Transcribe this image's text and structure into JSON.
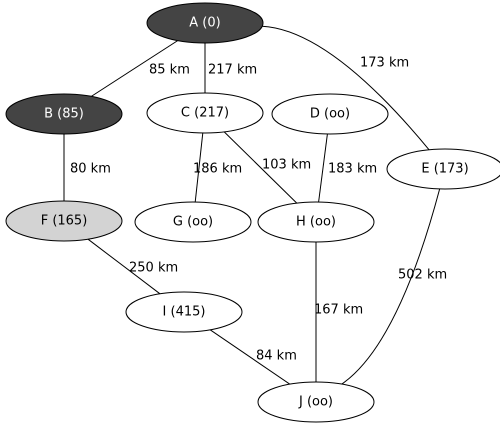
{
  "colors": {
    "visited": "#444444",
    "current": "#d3d3d3",
    "unvisited": "#ffffff",
    "edge": "#000000",
    "text_dark": "#000000",
    "text_light": "#ffffff"
  },
  "nodes": [
    {
      "id": "A",
      "label": "A (0)",
      "state": "visited"
    },
    {
      "id": "B",
      "label": "B (85)",
      "state": "visited"
    },
    {
      "id": "C",
      "label": "C (217)",
      "state": "unvisited"
    },
    {
      "id": "D",
      "label": "D (oo)",
      "state": "unvisited"
    },
    {
      "id": "E",
      "label": "E (173)",
      "state": "unvisited"
    },
    {
      "id": "F",
      "label": "F (165)",
      "state": "current"
    },
    {
      "id": "G",
      "label": "G (oo)",
      "state": "unvisited"
    },
    {
      "id": "H",
      "label": "H (oo)",
      "state": "unvisited"
    },
    {
      "id": "I",
      "label": "I (415)",
      "state": "unvisited"
    },
    {
      "id": "J",
      "label": "J (oo)",
      "state": "unvisited"
    }
  ],
  "edges": [
    {
      "from": "A",
      "to": "B",
      "label": "85 km"
    },
    {
      "from": "A",
      "to": "C",
      "label": "217 km"
    },
    {
      "from": "A",
      "to": "E",
      "label": "173 km"
    },
    {
      "from": "B",
      "to": "F",
      "label": "80 km"
    },
    {
      "from": "C",
      "to": "G",
      "label": "186 km"
    },
    {
      "from": "C",
      "to": "H",
      "label": "103 km"
    },
    {
      "from": "D",
      "to": "H",
      "label": "183 km"
    },
    {
      "from": "E",
      "to": "J",
      "label": "502 km"
    },
    {
      "from": "F",
      "to": "I",
      "label": "250 km"
    },
    {
      "from": "H",
      "to": "J",
      "label": "167 km"
    },
    {
      "from": "I",
      "to": "J",
      "label": "84 km"
    }
  ]
}
